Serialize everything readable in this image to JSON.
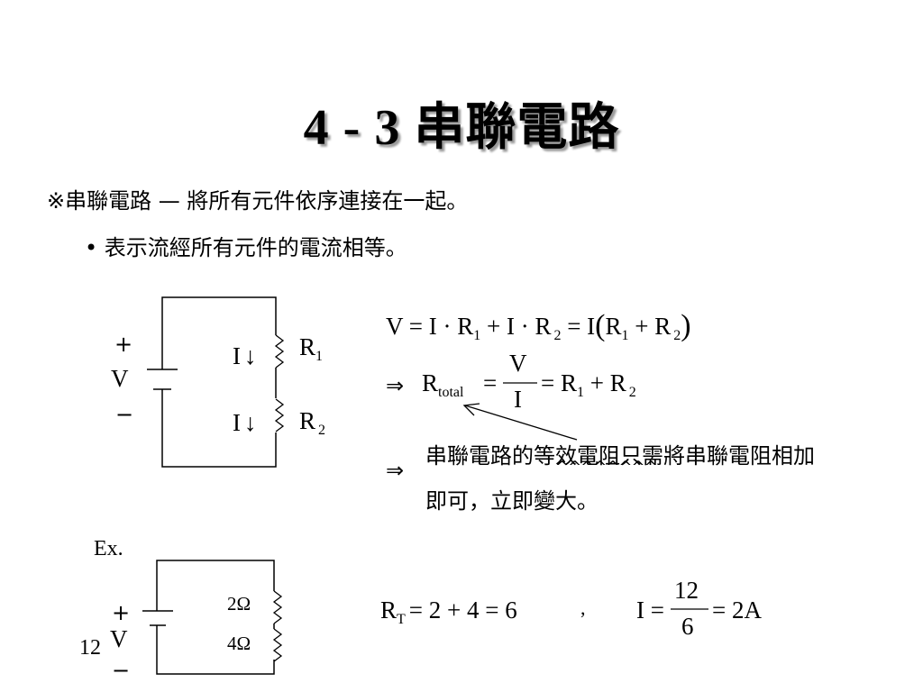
{
  "title": "4 - 3  串聯電路",
  "definition": "※串聯電路 — 將所有元件依序連接在一起。",
  "bullet": "• 表示流經所有元件的電流相等。",
  "circuit1": {
    "plus": "+",
    "v": "V",
    "minus": "−",
    "current_label_1": "I",
    "current_label_2": "I",
    "arrow": "↓",
    "r1": "R",
    "r1_sub": "1",
    "r2": "R",
    "r2_sub": "2"
  },
  "equation1": {
    "lhs": "V = I · R",
    "s1": "1",
    "p1": " + I · R",
    "s2": "2",
    "p2": " = I",
    "lparen": "(",
    "r_a": "R",
    "s3": "1",
    "plus": " + R",
    "s4": "2",
    "rparen": ")"
  },
  "equation2": {
    "implies": "⇒",
    "r": "R",
    "total": "total",
    "eq1": "=",
    "num": "V",
    "den": "I",
    "rhs": "= R",
    "s1": "1",
    "plus": " + R",
    "s2": "2"
  },
  "note": {
    "implies": "⇒",
    "line1": "串聯電路的等效電阻只需將串聯電阻相加",
    "carets": "^^^^^^^^",
    "line2": "即可，立即變大。"
  },
  "example": {
    "label": "Ex.",
    "plus": "+",
    "v": "V",
    "volt_value": "12",
    "minus": "−",
    "r1": "2Ω",
    "r2": "4Ω",
    "rt": "R",
    "rt_sub": "T",
    "rt_rhs": "= 2 + 4 = 6",
    "comma": ",",
    "i": "I =",
    "num": "12",
    "den": "6",
    "i_rhs": "= 2A"
  }
}
